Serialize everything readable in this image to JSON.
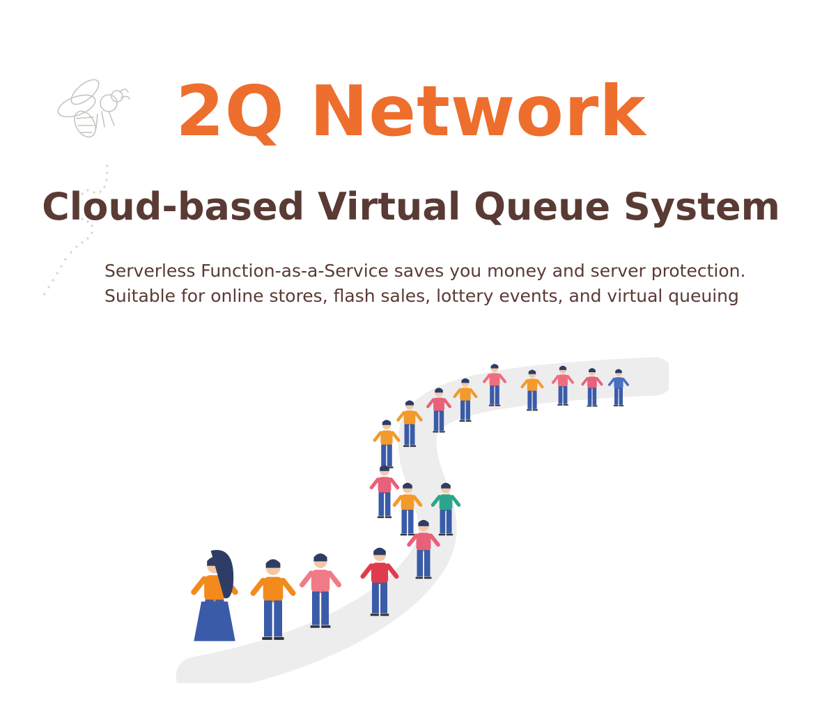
{
  "brand": {
    "title": "2Q Network",
    "subtitle": "Cloud-based Virtual Queue System"
  },
  "description": {
    "line1": "Serverless Function-as-a-Service saves you money and server protection.",
    "line2": "Suitable for online stores, flash sales, lottery events, and virtual queuing"
  },
  "decor": {
    "bee_icon": "bee-icon",
    "illustration": "people-queue-illustration"
  },
  "colors": {
    "accent": "#ee6e2d",
    "heading": "#5a3a34"
  }
}
